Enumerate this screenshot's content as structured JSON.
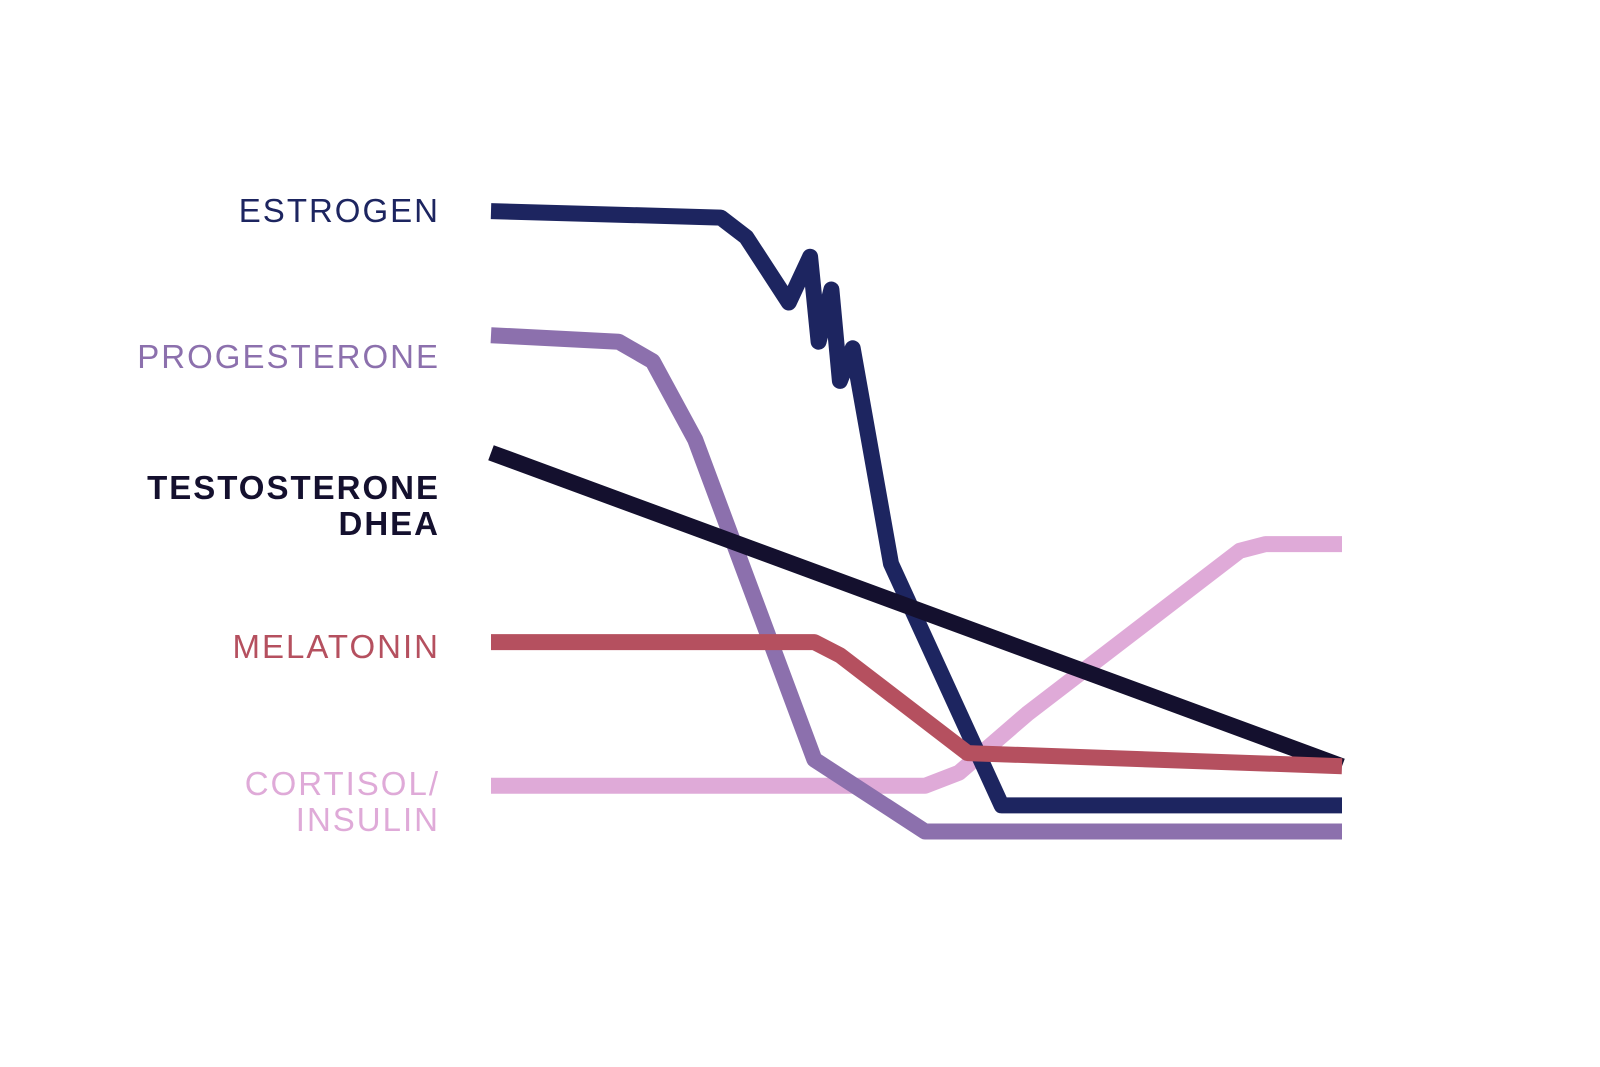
{
  "chart_data": {
    "type": "line",
    "title": "",
    "xlabel": "",
    "ylabel": "",
    "grid": false,
    "legend": "left, inline labels",
    "xlim": [
      0,
      100
    ],
    "ylim": [
      0,
      100
    ],
    "series": [
      {
        "id": "estrogen",
        "label_lines": [
          "ESTROGEN"
        ],
        "color": "#1d2560",
        "points": [
          [
            0,
            96
          ],
          [
            27,
            95
          ],
          [
            30,
            92
          ],
          [
            35,
            82
          ],
          [
            37.5,
            89
          ],
          [
            38.5,
            76
          ],
          [
            40,
            84
          ],
          [
            41,
            70
          ],
          [
            42.5,
            75
          ],
          [
            47,
            42
          ],
          [
            60,
            5
          ],
          [
            100,
            5
          ]
        ]
      },
      {
        "id": "progesterone",
        "label_lines": [
          "PROGESTERONE"
        ],
        "color": "#8c70ad",
        "points": [
          [
            0,
            77
          ],
          [
            15,
            76
          ],
          [
            19,
            73
          ],
          [
            24,
            61
          ],
          [
            30,
            40
          ],
          [
            38,
            12
          ],
          [
            51,
            1
          ],
          [
            100,
            1
          ]
        ]
      },
      {
        "id": "testosterone-dhea",
        "label_lines": [
          "TESTOSTERONE",
          "DHEA"
        ],
        "color": "#14102e",
        "points": [
          [
            0,
            59
          ],
          [
            100,
            11
          ]
        ]
      },
      {
        "id": "melatonin",
        "label_lines": [
          "MELATONIN"
        ],
        "color": "#b5505f",
        "points": [
          [
            0,
            30
          ],
          [
            38,
            30
          ],
          [
            41,
            28
          ],
          [
            56,
            13
          ],
          [
            100,
            11
          ]
        ]
      },
      {
        "id": "cortisol-insulin",
        "label_lines": [
          "CORTISOL/",
          "INSULIN"
        ],
        "color": "#dfaad8",
        "points": [
          [
            0,
            8
          ],
          [
            51,
            8
          ],
          [
            55,
            10
          ],
          [
            63,
            19
          ],
          [
            88,
            44
          ],
          [
            91,
            45
          ],
          [
            100,
            45
          ]
        ]
      }
    ]
  }
}
